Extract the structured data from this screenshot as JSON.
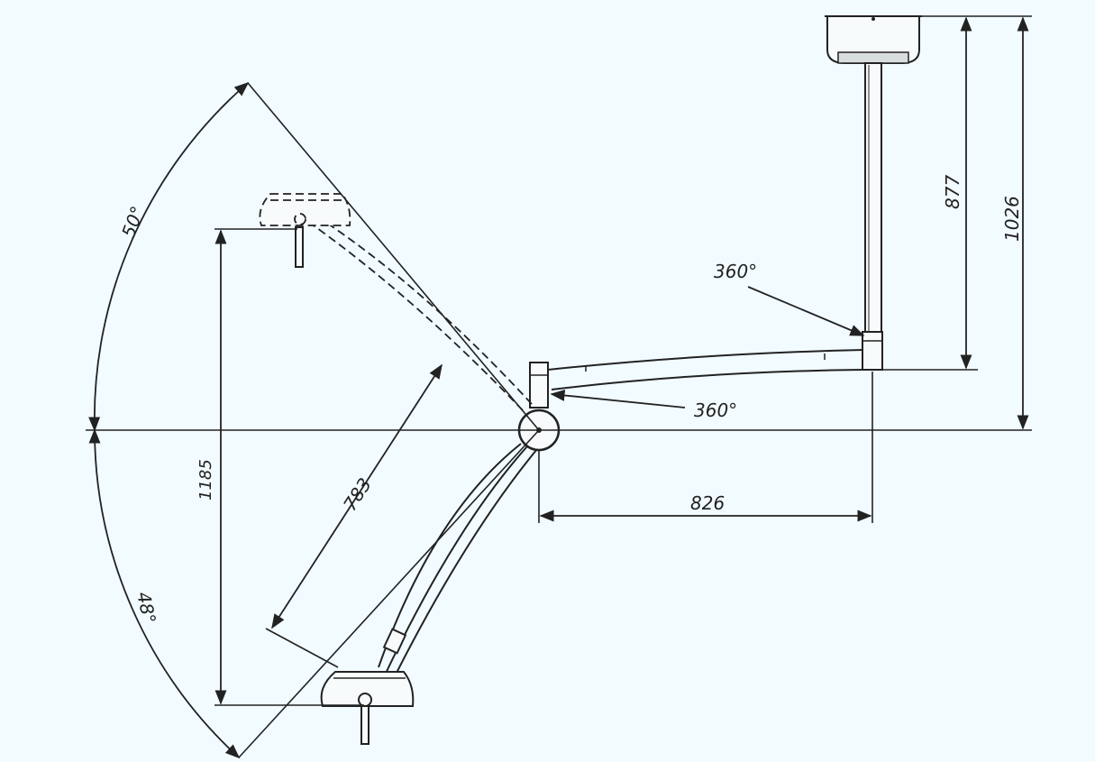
{
  "colors": {
    "background": "#f2fbff",
    "line": "#222222",
    "fill": "#f7fbfc",
    "shade": "#d8dde0"
  },
  "dimensions": {
    "angle_upper": "50°",
    "angle_lower": "48°",
    "rotation_joint_top": "360°",
    "rotation_joint_hub": "360°",
    "vertical_travel": "1185",
    "arm_length": "783",
    "horizontal_reach": "826",
    "drop_to_arm": "877",
    "drop_to_hub": "1026"
  }
}
